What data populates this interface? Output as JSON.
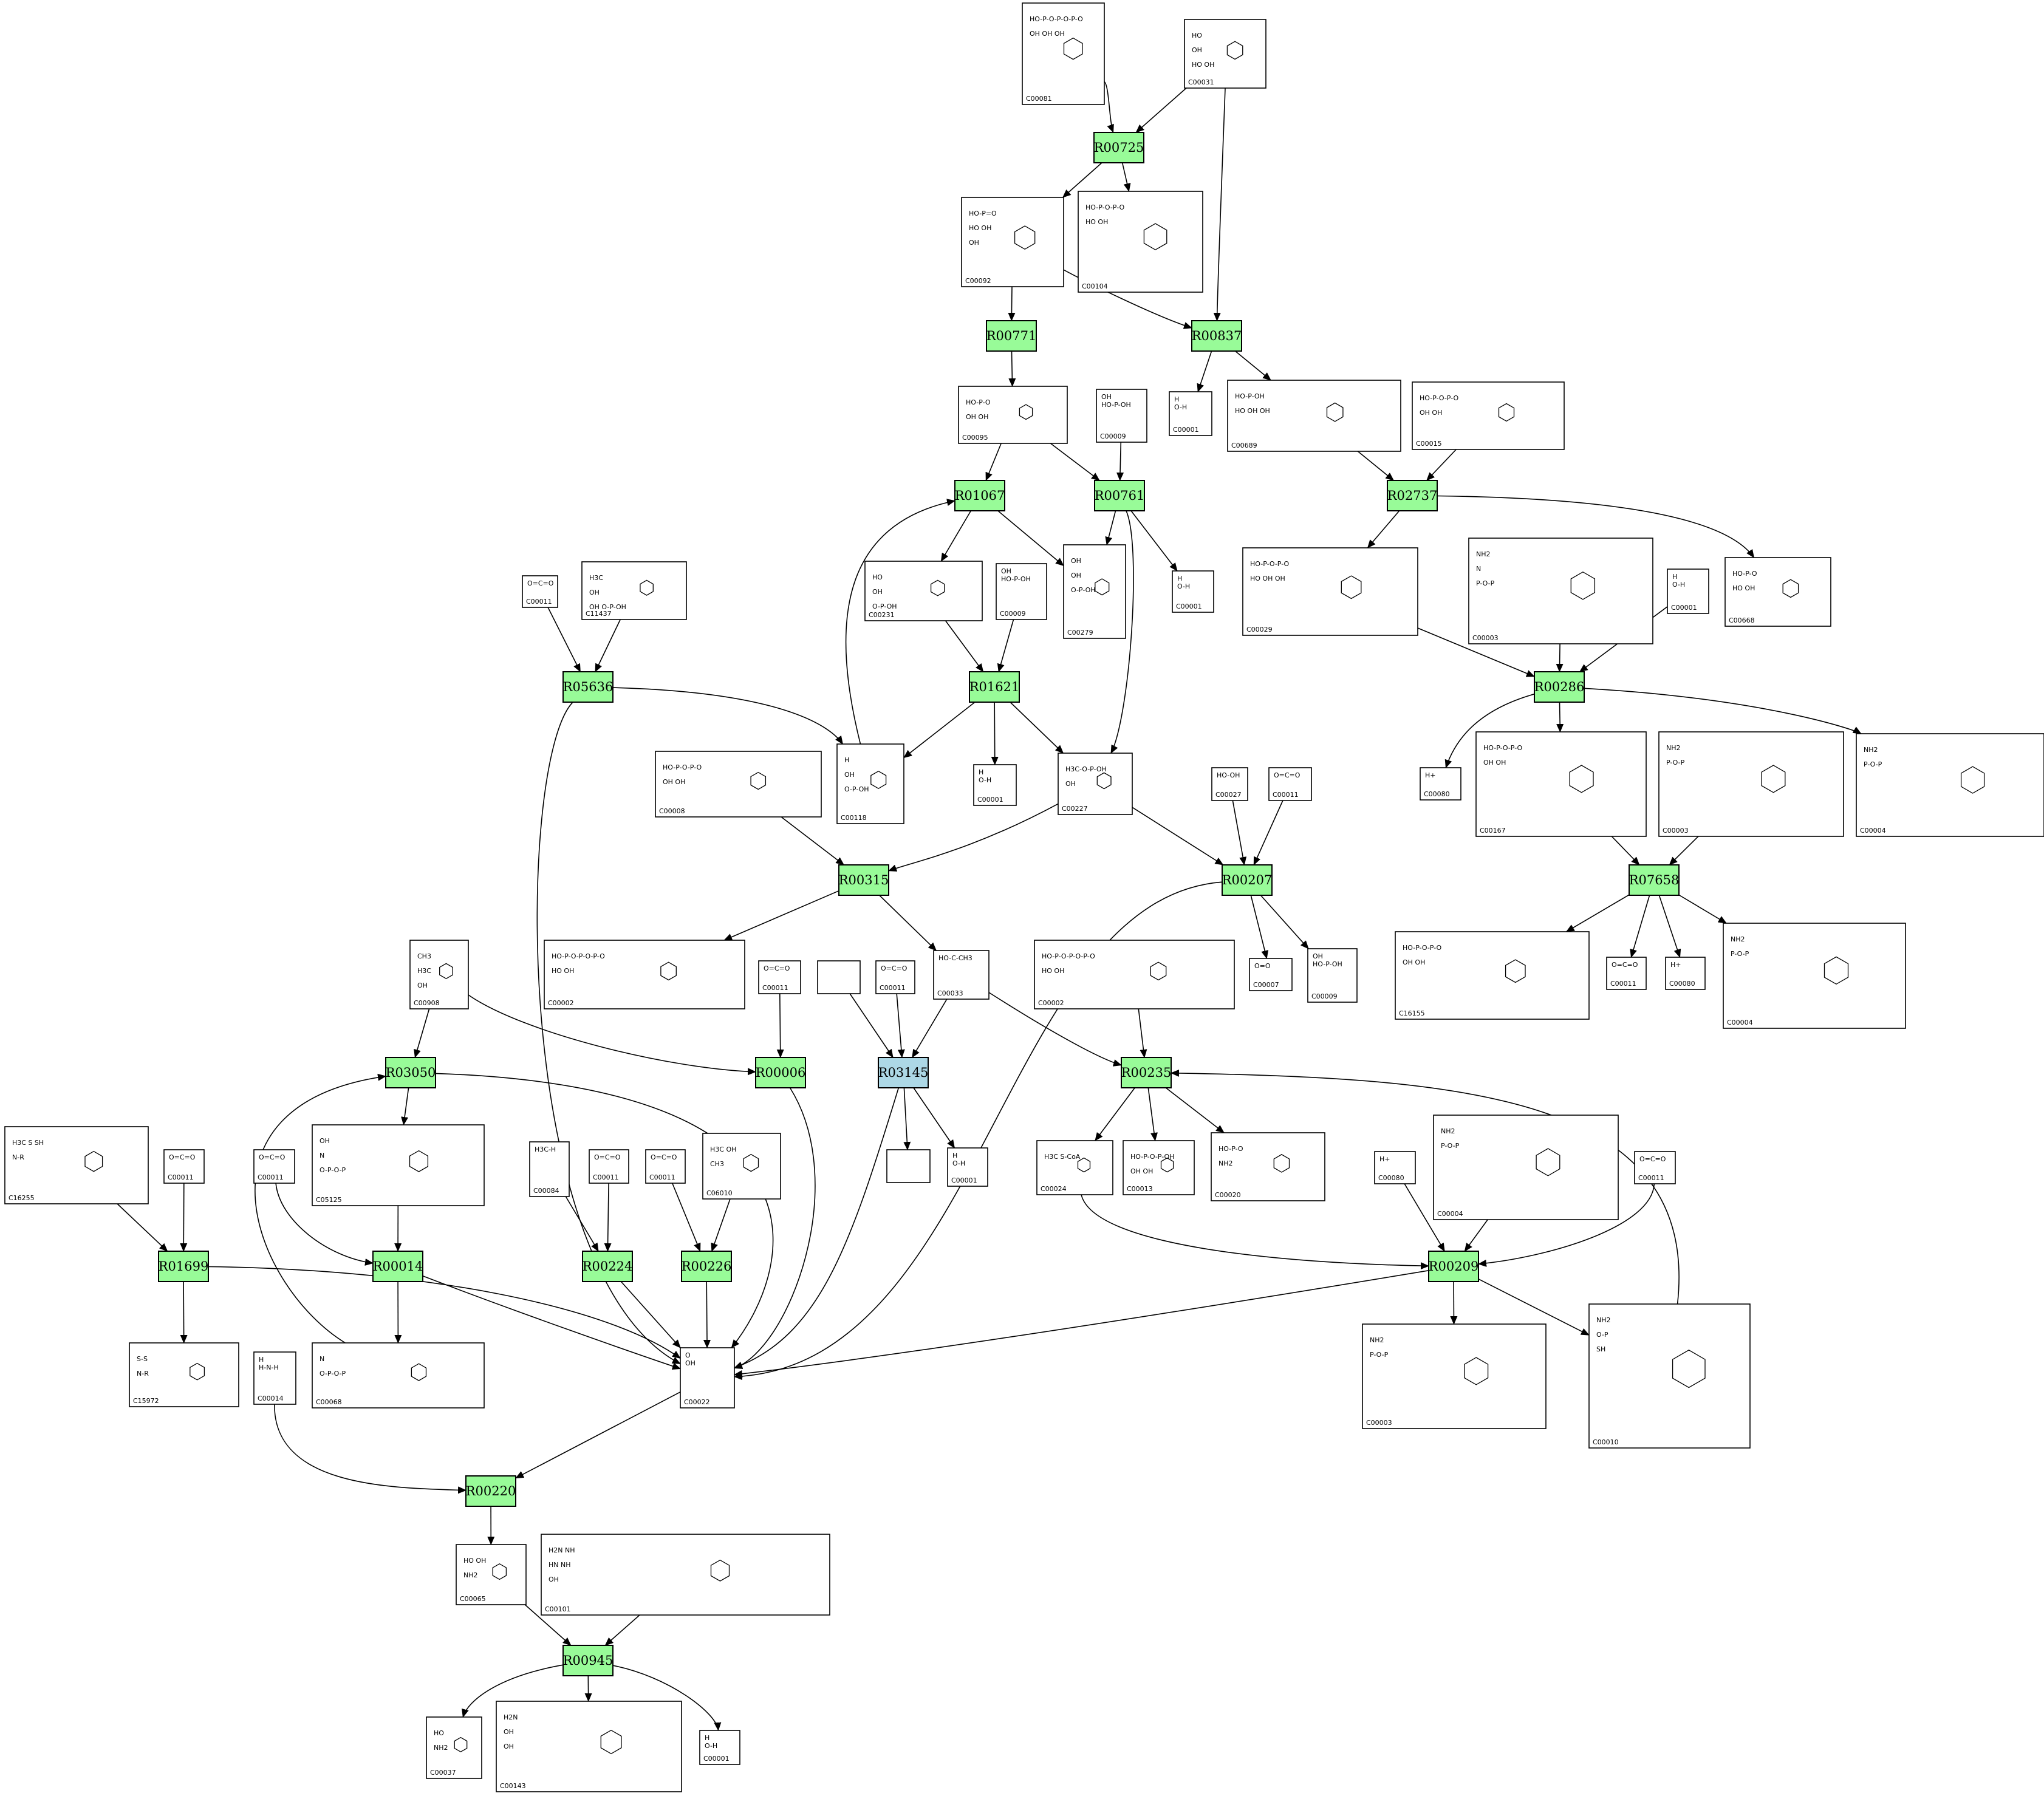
{
  "colors": {
    "reaction": "#98fb98",
    "reaction_highlight": "#add8e6",
    "border": "#000000",
    "background": "#ffffff"
  },
  "reactions": [
    {
      "id": "R00725",
      "highlight": false
    },
    {
      "id": "R00771",
      "highlight": false
    },
    {
      "id": "R00837",
      "highlight": false
    },
    {
      "id": "R01067",
      "highlight": false
    },
    {
      "id": "R00761",
      "highlight": false
    },
    {
      "id": "R02737",
      "highlight": false
    },
    {
      "id": "R05636",
      "highlight": false
    },
    {
      "id": "R01621",
      "highlight": false
    },
    {
      "id": "R00286",
      "highlight": false
    },
    {
      "id": "R00315",
      "highlight": false
    },
    {
      "id": "R00207",
      "highlight": false
    },
    {
      "id": "R07658",
      "highlight": false
    },
    {
      "id": "R03050",
      "highlight": false
    },
    {
      "id": "R00006",
      "highlight": false
    },
    {
      "id": "R03145",
      "highlight": true
    },
    {
      "id": "R00235",
      "highlight": false
    },
    {
      "id": "R01699",
      "highlight": false
    },
    {
      "id": "R00014",
      "highlight": false
    },
    {
      "id": "R00224",
      "highlight": false
    },
    {
      "id": "R00226",
      "highlight": false
    },
    {
      "id": "R00209",
      "highlight": false
    },
    {
      "id": "R00220",
      "highlight": false
    },
    {
      "id": "R00945",
      "highlight": false
    }
  ],
  "compounds": [
    {
      "key": "n_c00081",
      "label": "C00081",
      "formula": [
        "HO-P-O-P-O-P-O",
        "OH OH OH"
      ]
    },
    {
      "key": "n_c00031",
      "label": "C00031",
      "formula": [
        "HO",
        "OH",
        "HO OH"
      ]
    },
    {
      "key": "n_c00092",
      "label": "C00092",
      "formula": [
        "HO-P=O",
        "HO OH",
        "OH"
      ]
    },
    {
      "key": "n_c00104",
      "label": "C00104",
      "formula": [
        "HO-P-O-P-O",
        "HO OH"
      ]
    },
    {
      "key": "n_c00001a",
      "label": "C00001",
      "formula": [
        "H",
        "O-H"
      ]
    },
    {
      "key": "n_c00689",
      "label": "C00689",
      "formula": [
        "HO-P-OH",
        "HO OH OH"
      ]
    },
    {
      "key": "n_c00095",
      "label": "C00095",
      "formula": [
        "HO-P-O",
        "OH OH"
      ]
    },
    {
      "key": "n_c00009a",
      "label": "C00009",
      "formula": [
        "OH",
        "HO-P-OH"
      ]
    },
    {
      "key": "n_c00015",
      "label": "C00015",
      "formula": [
        "HO-P-O-P-O",
        "OH OH"
      ]
    },
    {
      "key": "n_c00011a",
      "label": "C00011",
      "formula": [
        "O=C=O"
      ]
    },
    {
      "key": "n_c11437",
      "label": "C11437",
      "formula": [
        "H3C",
        "OH",
        "OH O-P-OH"
      ]
    },
    {
      "key": "n_c00231",
      "label": "C00231",
      "formula": [
        "HO",
        "OH",
        "O-P-OH"
      ]
    },
    {
      "key": "n_c00009b",
      "label": "C00009",
      "formula": [
        "OH",
        "HO-P-OH"
      ]
    },
    {
      "key": "n_c00279",
      "label": "C00279",
      "formula": [
        "OH",
        "OH",
        "O-P-OH"
      ]
    },
    {
      "key": "n_c00001b",
      "label": "C00001",
      "formula": [
        "H",
        "O-H"
      ]
    },
    {
      "key": "n_c00029",
      "label": "C00029",
      "formula": [
        "HO-P-O-P-O",
        "HO OH OH"
      ]
    },
    {
      "key": "n_c00003a",
      "label": "C00003",
      "formula": [
        "NH2",
        "N",
        "P-O-P"
      ]
    },
    {
      "key": "n_c00001c",
      "label": "C00001",
      "formula": [
        "H",
        "O-H"
      ]
    },
    {
      "key": "n_c00668",
      "label": "C00668",
      "formula": [
        "HO-P-O",
        "HO OH"
      ]
    },
    {
      "key": "n_c00008",
      "label": "C00008",
      "formula": [
        "HO-P-O-P-O",
        "OH OH"
      ]
    },
    {
      "key": "n_c00118",
      "label": "C00118",
      "formula": [
        "H",
        "OH",
        "O-P-OH"
      ]
    },
    {
      "key": "n_c00001d",
      "label": "C00001",
      "formula": [
        "H",
        "O-H"
      ]
    },
    {
      "key": "n_c00227",
      "label": "C00227",
      "formula": [
        "H3C-O-P-OH",
        "OH"
      ]
    },
    {
      "key": "n_c00027",
      "label": "C00027",
      "formula": [
        "HO-OH"
      ]
    },
    {
      "key": "n_c00011b",
      "label": "C00011",
      "formula": [
        "O=C=O"
      ]
    },
    {
      "key": "n_c00080a",
      "label": "C00080",
      "formula": [
        "H+"
      ]
    },
    {
      "key": "n_c00167",
      "label": "C00167",
      "formula": [
        "HO-P-O-P-O",
        "OH OH"
      ]
    },
    {
      "key": "n_c00003b",
      "label": "C00003",
      "formula": [
        "NH2",
        "P-O-P"
      ]
    },
    {
      "key": "n_c00004a",
      "label": "C00004",
      "formula": [
        "NH2",
        "P-O-P"
      ]
    },
    {
      "key": "n_c00908",
      "label": "C00908",
      "formula": [
        "CH3",
        "H3C",
        "OH"
      ]
    },
    {
      "key": "n_c00002a",
      "label": "C00002",
      "formula": [
        "HO-P-O-P-O-P-O",
        "HO OH"
      ]
    },
    {
      "key": "n_c00011c",
      "label": "C00011",
      "formula": [
        "O=C=O"
      ]
    },
    {
      "key": "n_blank1",
      "label": "",
      "formula": []
    },
    {
      "key": "n_c00011d",
      "label": "C00011",
      "formula": [
        "O=C=O"
      ]
    },
    {
      "key": "n_c00033",
      "label": "C00033",
      "formula": [
        "HO-C-CH3"
      ]
    },
    {
      "key": "n_c00002b",
      "label": "C00002",
      "formula": [
        "HO-P-O-P-O-P-O",
        "HO OH"
      ]
    },
    {
      "key": "n_c00007",
      "label": "C00007",
      "formula": [
        "O=O"
      ]
    },
    {
      "key": "n_c00009c",
      "label": "C00009",
      "formula": [
        "OH",
        "HO-P-OH"
      ]
    },
    {
      "key": "n_c16155",
      "label": "C16155",
      "formula": [
        "HO-P-O-P-O",
        "OH OH"
      ]
    },
    {
      "key": "n_c00011e",
      "label": "C00011",
      "formula": [
        "O=C=O"
      ]
    },
    {
      "key": "n_c00080b",
      "label": "C00080",
      "formula": [
        "H+"
      ]
    },
    {
      "key": "n_c00004b",
      "label": "C00004",
      "formula": [
        "NH2",
        "P-O-P"
      ]
    },
    {
      "key": "n_c16255",
      "label": "C16255",
      "formula": [
        "H3C S SH",
        "N-R"
      ]
    },
    {
      "key": "n_c00011f",
      "label": "C00011",
      "formula": [
        "O=C=O"
      ]
    },
    {
      "key": "n_c00011g",
      "label": "C00011",
      "formula": [
        "O=C=O"
      ]
    },
    {
      "key": "n_c05125",
      "label": "C05125",
      "formula": [
        "OH",
        "N",
        "O-P-O-P"
      ]
    },
    {
      "key": "n_c00084",
      "label": "C00084",
      "formula": [
        "H3C-H"
      ]
    },
    {
      "key": "n_c00011h",
      "label": "C00011",
      "formula": [
        "O=C=O"
      ]
    },
    {
      "key": "n_c00011i",
      "label": "C00011",
      "formula": [
        "O=C=O"
      ]
    },
    {
      "key": "n_c06010",
      "label": "C06010",
      "formula": [
        "H3C OH",
        "CH3"
      ]
    },
    {
      "key": "n_blank2",
      "label": "",
      "formula": []
    },
    {
      "key": "n_c00001e",
      "label": "C00001",
      "formula": [
        "H",
        "O-H"
      ]
    },
    {
      "key": "n_c00024",
      "label": "C00024",
      "formula": [
        "H3C S-CoA"
      ]
    },
    {
      "key": "n_c00013",
      "label": "C00013",
      "formula": [
        "HO-P-O-P-OH",
        "OH OH"
      ]
    },
    {
      "key": "n_c00020",
      "label": "C00020",
      "formula": [
        "HO-P-O",
        "NH2"
      ]
    },
    {
      "key": "n_c00080c",
      "label": "C00080",
      "formula": [
        "H+"
      ]
    },
    {
      "key": "n_c00004c",
      "label": "C00004",
      "formula": [
        "NH2",
        "P-O-P"
      ]
    },
    {
      "key": "n_c00011j",
      "label": "C00011",
      "formula": [
        "O=C=O"
      ]
    },
    {
      "key": "n_c15972",
      "label": "C15972",
      "formula": [
        "S-S",
        "N-R"
      ]
    },
    {
      "key": "n_c00014",
      "label": "C00014",
      "formula": [
        "H",
        "H-N-H"
      ]
    },
    {
      "key": "n_c00068",
      "label": "C00068",
      "formula": [
        "N",
        "O-P-O-P"
      ]
    },
    {
      "key": "n_c00022",
      "label": "C00022",
      "formula": [
        "O",
        "OH"
      ]
    },
    {
      "key": "n_c00003c",
      "label": "C00003",
      "formula": [
        "NH2",
        "P-O-P"
      ]
    },
    {
      "key": "n_c00010",
      "label": "C00010",
      "formula": [
        "NH2",
        "O-P",
        "SH"
      ]
    },
    {
      "key": "n_c00065",
      "label": "C00065",
      "formula": [
        "HO OH",
        "NH2"
      ]
    },
    {
      "key": "n_c00101",
      "label": "C00101",
      "formula": [
        "H2N NH",
        "HN NH",
        "OH"
      ]
    },
    {
      "key": "n_c00037",
      "label": "C00037",
      "formula": [
        "HO",
        "NH2"
      ]
    },
    {
      "key": "n_c00143",
      "label": "C00143",
      "formula": [
        "H2N",
        "OH",
        "OH"
      ]
    },
    {
      "key": "n_c00001f",
      "label": "C00001",
      "formula": [
        "H",
        "O-H"
      ]
    }
  ]
}
